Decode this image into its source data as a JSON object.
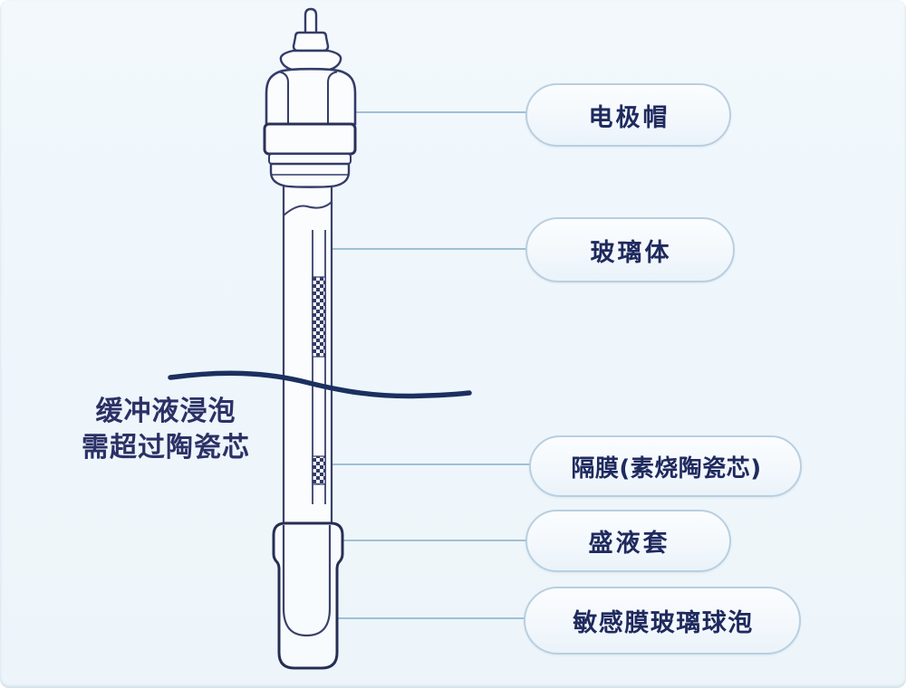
{
  "diagram_subject": "pH electrode structure",
  "labels": {
    "cap": "电极帽",
    "glass_body": "玻璃体",
    "diaphragm": "隔膜(素烧陶瓷芯)",
    "sleeve": "盛液套",
    "bulb": "敏感膜玻璃球泡"
  },
  "annotation": {
    "line1": "缓冲液浸泡",
    "line2": "需超过陶瓷芯"
  },
  "colors": {
    "background": "#eef6fb",
    "outline": "#343c68",
    "outline_dark": "#2a3158",
    "wave": "#1b3060",
    "leader_line": "#9fc0d4",
    "pill_border": "#b9cfe0",
    "pill_fill": "#f7fbfe",
    "text_navy": "#1f2a5e"
  }
}
